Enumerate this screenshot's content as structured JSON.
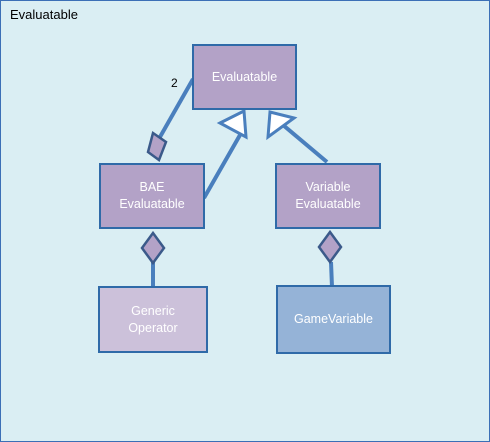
{
  "diagram": {
    "frame_title": "Evaluatable",
    "multiplicity": "2",
    "nodes": {
      "evaluatable": "Evaluatable",
      "bae": "BAE\nEvaluatable",
      "variable": "Variable\nEvaluatable",
      "generic": "Generic\nOperator",
      "gamevariable": "GameVariable"
    },
    "colors": {
      "border": "#2f6aa8",
      "background": "#daeef3",
      "node_purple": "#b3a2c7",
      "node_lilac": "#ccc1da",
      "node_blue": "#95b3d7",
      "diamond_fill": "#b3a2c7",
      "diamond_stroke": "#3b5a8a",
      "line": "#4a7fbd"
    }
  }
}
